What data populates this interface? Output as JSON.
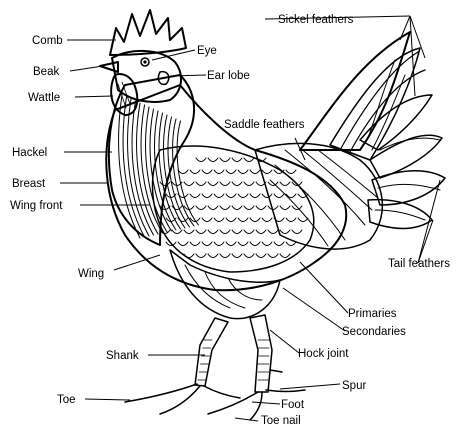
{
  "diagram": {
    "labels": {
      "comb": "Comb",
      "beak": "Beak",
      "wattle": "Wattle",
      "hackel": "Hackel",
      "breast": "Breast",
      "wing_front": "Wing front",
      "wing": "Wing",
      "shank": "Shank",
      "toe": "Toe",
      "eye": "Eye",
      "ear_lobe": "Ear lobe",
      "sickel_feathers": "Sickel feathers",
      "saddle_feathers": "Saddle feathers",
      "tail_feathers": "Tail feathers",
      "primaries": "Primaries",
      "secondaries": "Secondaries",
      "hock_joint": "Hock joint",
      "spur": "Spur",
      "foot": "Foot",
      "toe_nail": "Toe nail"
    },
    "colors": {
      "ink": "#000000",
      "background": "#ffffff"
    }
  }
}
